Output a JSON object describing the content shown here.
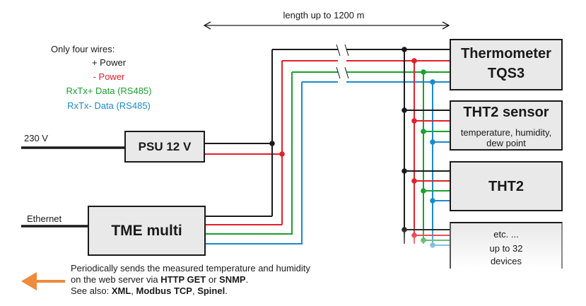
{
  "length_label": "length up to 1200 m",
  "legend": {
    "heading": "Only four wires:",
    "items": [
      {
        "text": "+ Power",
        "color": "#1a1a1a"
      },
      {
        "text": "- Power",
        "color": "#e0202a"
      },
      {
        "text": "RxTx+ Data (RS485)",
        "color": "#1aa030"
      },
      {
        "text": "RxTx- Data (RS485)",
        "color": "#1a8ad0"
      }
    ]
  },
  "inputs": {
    "mains": "230 V",
    "network": "Ethernet"
  },
  "psu": {
    "label": "PSU 12 V"
  },
  "tme": {
    "label": "TME multi"
  },
  "devices": {
    "thermometer": {
      "line1": "Thermometer",
      "line2": "TQS3"
    },
    "tht2_sensor": {
      "title": "THT2 sensor",
      "sub1": "temperature, humidity,",
      "sub2": "dew point"
    },
    "tht2": {
      "title": "THT2"
    },
    "etc": {
      "line1": "etc. ...",
      "line2": "up to 32",
      "line3": "devices"
    }
  },
  "note": {
    "line1": "Periodically sends the measured temperature and humidity",
    "line2_pre": "on the web server via ",
    "line2_b1": "HTTP GET",
    "line2_mid": " or ",
    "line2_b2": "SNMP",
    "line2_post": ".",
    "line3_pre": "See also: ",
    "line3_b1": "XML",
    "line3_sep1": ", ",
    "line3_b2": "Modbus TCP",
    "line3_sep2": ", ",
    "line3_b3": "Spinel",
    "line3_post": "."
  },
  "colors": {
    "black": "#1a1a1a",
    "red": "#e0202a",
    "green": "#1aa030",
    "blue": "#1a8ad0",
    "arrow": "#f08a3c",
    "box_fill": "#e9e9e9"
  }
}
